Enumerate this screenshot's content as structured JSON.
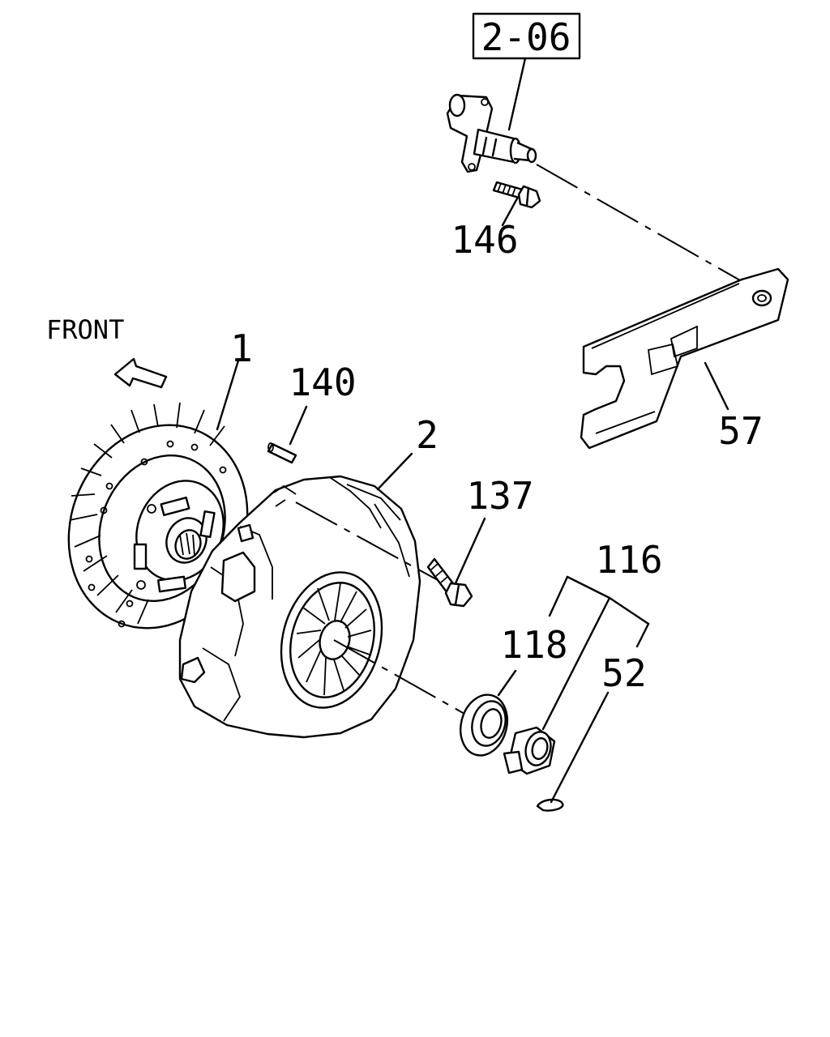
{
  "diagram": {
    "front_label": "FRONT",
    "ref_box_label": "2-06",
    "callouts": {
      "c1": "1",
      "c2": "2",
      "c52": "52",
      "c57": "57",
      "c116": "116",
      "c118": "118",
      "c137": "137",
      "c140": "140",
      "c146": "146"
    }
  }
}
